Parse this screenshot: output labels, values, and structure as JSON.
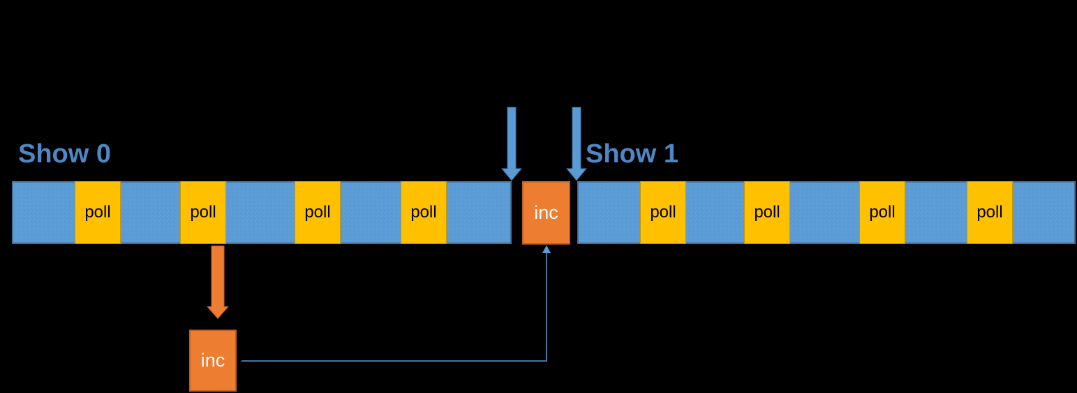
{
  "diagram": {
    "headings": {
      "show0": "Show 0",
      "show1": "Show 1"
    },
    "show0": {
      "polls": [
        "poll",
        "poll",
        "poll",
        "poll"
      ]
    },
    "show1": {
      "polls": [
        "poll",
        "poll",
        "poll",
        "poll"
      ]
    },
    "boundary_inc": {
      "label": "inc"
    },
    "detail_inc": {
      "label": "inc"
    },
    "icons": {
      "boundary_arrow_left": "down-arrow",
      "boundary_arrow_right": "down-arrow",
      "poll_to_inc_arrow": "down-arrow",
      "inc_return_connector": "up-arrow-elbow-connector"
    },
    "colors": {
      "background": "#000000",
      "track_blue": "#5b9bd5",
      "track_blue_border": "#41719c",
      "poll_yellow": "#ffc000",
      "poll_yellow_border": "#c99700",
      "inc_orange": "#ed7d31",
      "inc_orange_border": "#c55f1f",
      "heading_blue": "#4e87c5",
      "arrow_blue": "#5b9bd5"
    }
  }
}
